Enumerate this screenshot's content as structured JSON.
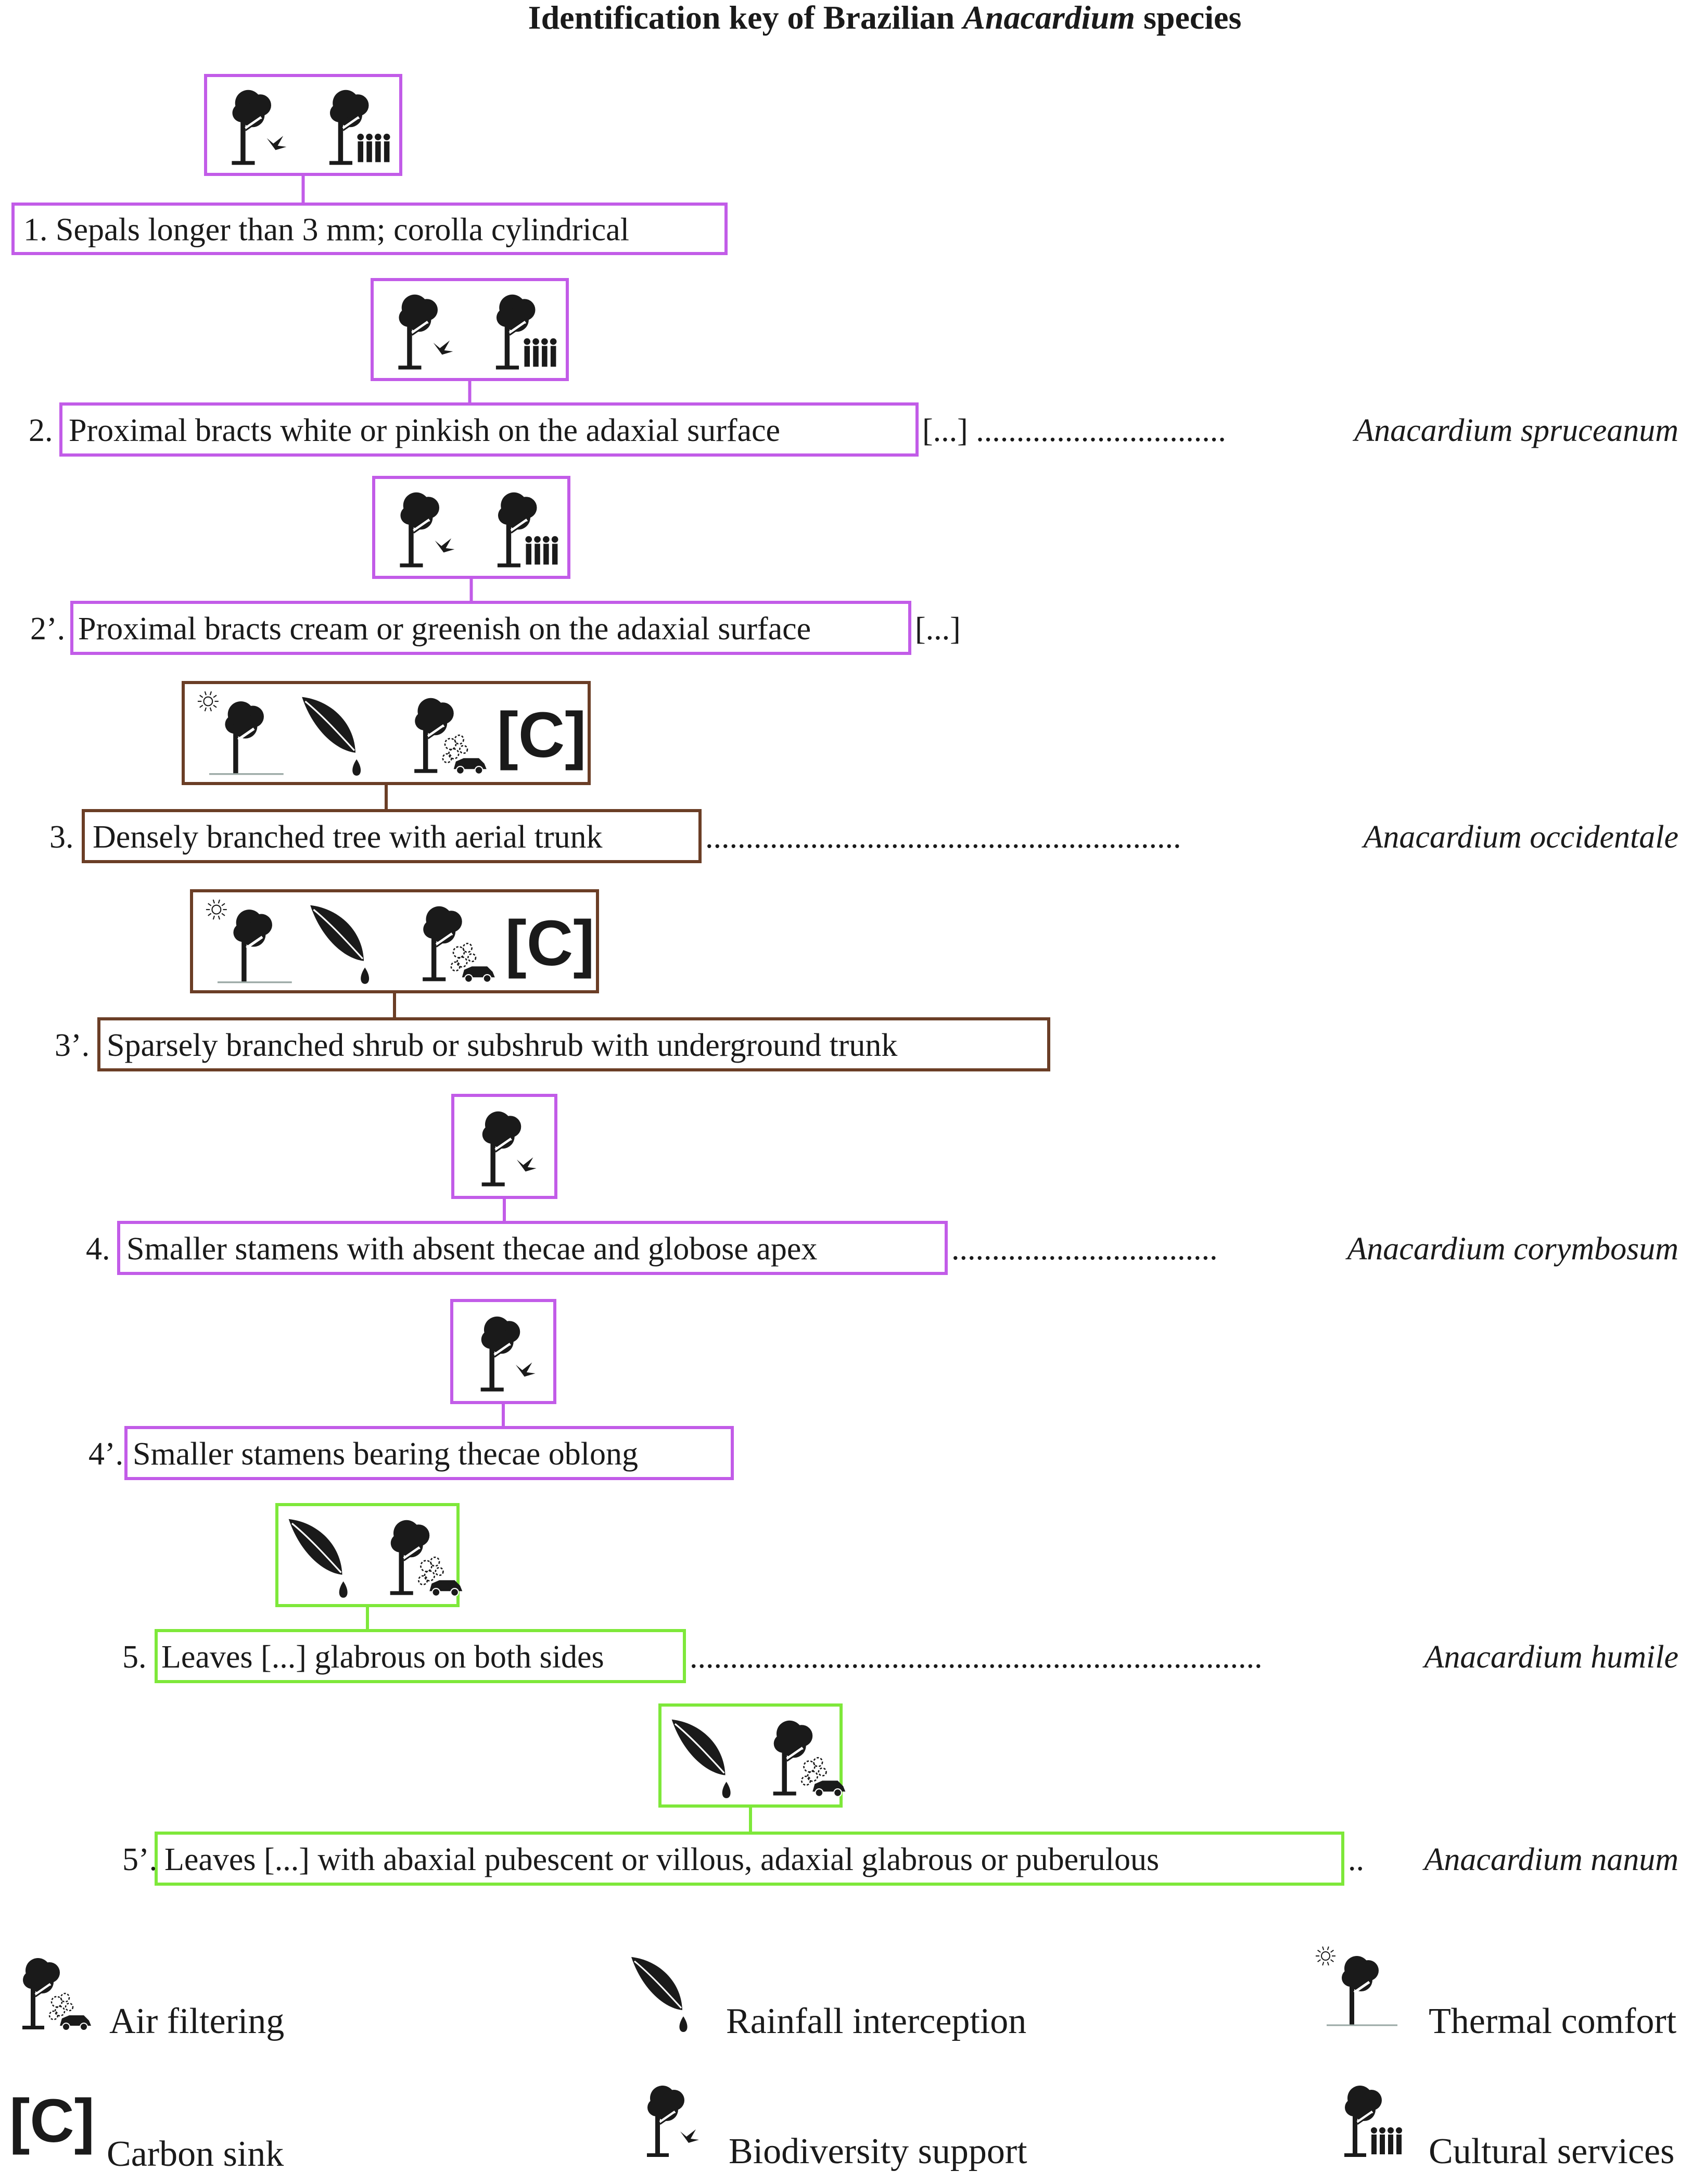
{
  "title": {
    "prefix": "Identification key of  Brazilian ",
    "genus": "Anacardium",
    "suffix": " species"
  },
  "colors": {
    "purple": "#c25ce8",
    "brown": "#6b3e26",
    "green": "#7ee83a",
    "ink": "#1a1a1a"
  },
  "icons": {
    "air": "air-filtering-icon",
    "rain": "rainfall-interception-icon",
    "thermal": "thermal-comfort-icon",
    "carbon": "carbon-sink-icon",
    "bio": "biodiversity-support-icon",
    "cultural": "cultural-services-icon",
    "carbon_glyph": "[C]"
  },
  "steps": [
    {
      "number": "1.",
      "text": "Sepals longer than 3 mm; corolla cylindrical",
      "trailing": "",
      "species": "",
      "color": "purple",
      "icons": [
        "bio",
        "cultural"
      ]
    },
    {
      "number": "2.",
      "text": "Proximal bracts white or pinkish on the adaxial surface",
      "trailing": " [...] ...............................",
      "species": "Anacardium spruceanum",
      "color": "purple",
      "icons": [
        "bio",
        "cultural"
      ]
    },
    {
      "number": "2’.",
      "text": "Proximal bracts cream or greenish on the adaxial surface",
      "trailing": " [...]",
      "species": "",
      "color": "purple",
      "icons": [
        "bio",
        "cultural"
      ]
    },
    {
      "number": "3.",
      "text": "Densely branched tree with aerial trunk",
      "trailing": "...........................................................",
      "species": "Anacardium occidentale",
      "color": "brown",
      "icons": [
        "thermal",
        "rain",
        "air",
        "carbon"
      ]
    },
    {
      "number": "3’.",
      "text": "Sparsely branched shrub or subshrub with underground trunk",
      "trailing": "",
      "species": "",
      "color": "brown",
      "icons": [
        "thermal",
        "rain",
        "air",
        "carbon"
      ]
    },
    {
      "number": "4.",
      "text": "Smaller stamens with absent thecae and globose apex",
      "trailing": ".................................",
      "species": "Anacardium corymbosum",
      "color": "purple",
      "icons": [
        "bio"
      ]
    },
    {
      "number": "4’.",
      "text": "Smaller stamens bearing thecae oblong",
      "trailing": "",
      "species": "",
      "color": "purple",
      "icons": [
        "bio"
      ]
    },
    {
      "number": "5.",
      "text": "Leaves [...] glabrous on both sides",
      "trailing": ".......................................................................",
      "species": "Anacardium humile",
      "color": "green",
      "icons": [
        "rain",
        "air"
      ]
    },
    {
      "number": "5’.",
      "text": "Leaves [...] with abaxial pubescent or villous, adaxial glabrous or puberulous",
      "trailing": " ..",
      "species": "Anacardium nanum",
      "color": "green",
      "icons": [
        "rain",
        "air"
      ]
    }
  ],
  "legend": [
    {
      "icon": "air",
      "label": "Air filtering"
    },
    {
      "icon": "rain",
      "label": "Rainfall interception"
    },
    {
      "icon": "thermal",
      "label": "Thermal comfort"
    },
    {
      "icon": "carbon",
      "label": "Carbon sink"
    },
    {
      "icon": "bio",
      "label": "Biodiversity support"
    },
    {
      "icon": "cultural",
      "label": "Cultural services"
    }
  ]
}
